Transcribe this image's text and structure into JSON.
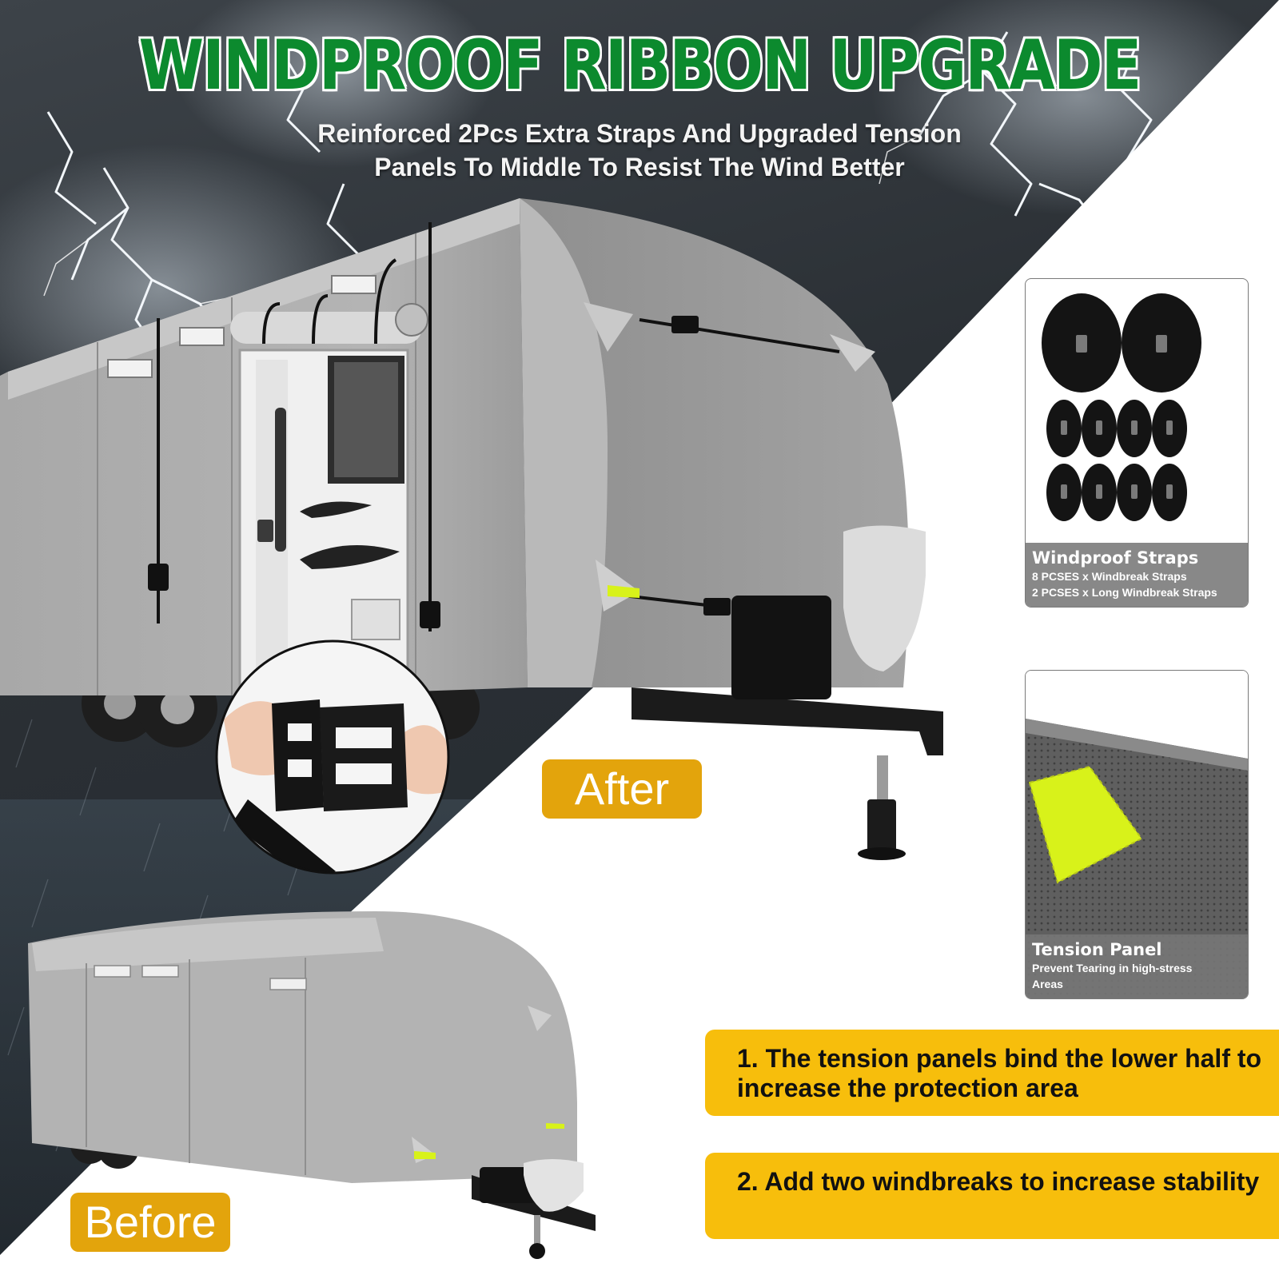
{
  "headline": {
    "title": "WINDPROOF RIBBON UPGRADE",
    "subtitle_line1": "Reinforced 2Pcs Extra Straps And Upgraded Tension",
    "subtitle_line2": "Panels To Middle To Resist The Wind Better"
  },
  "labels": {
    "after": "After",
    "before": "Before"
  },
  "cards": [
    {
      "title": "Windproof Straps",
      "lines": [
        "8 PCSES x Windbreak Straps",
        "2 PCSES x Long Windbreak Straps"
      ]
    },
    {
      "title": "Tension Panel",
      "lines": [
        "Prevent Tearing in high-stress",
        "Areas"
      ]
    }
  ],
  "notes": [
    "1. The tension panels bind the lower half to increase the protection area",
    "2. Add two windbreaks to increase stability"
  ],
  "colors": {
    "title_green": "#0c8a2e",
    "tag_orange": "#e3a40c",
    "note_yellow": "#f7be0c",
    "cover_gray": "#9d9d9d",
    "storm_dark": "#2e3338",
    "reflective_yellow": "#d8f21a"
  }
}
